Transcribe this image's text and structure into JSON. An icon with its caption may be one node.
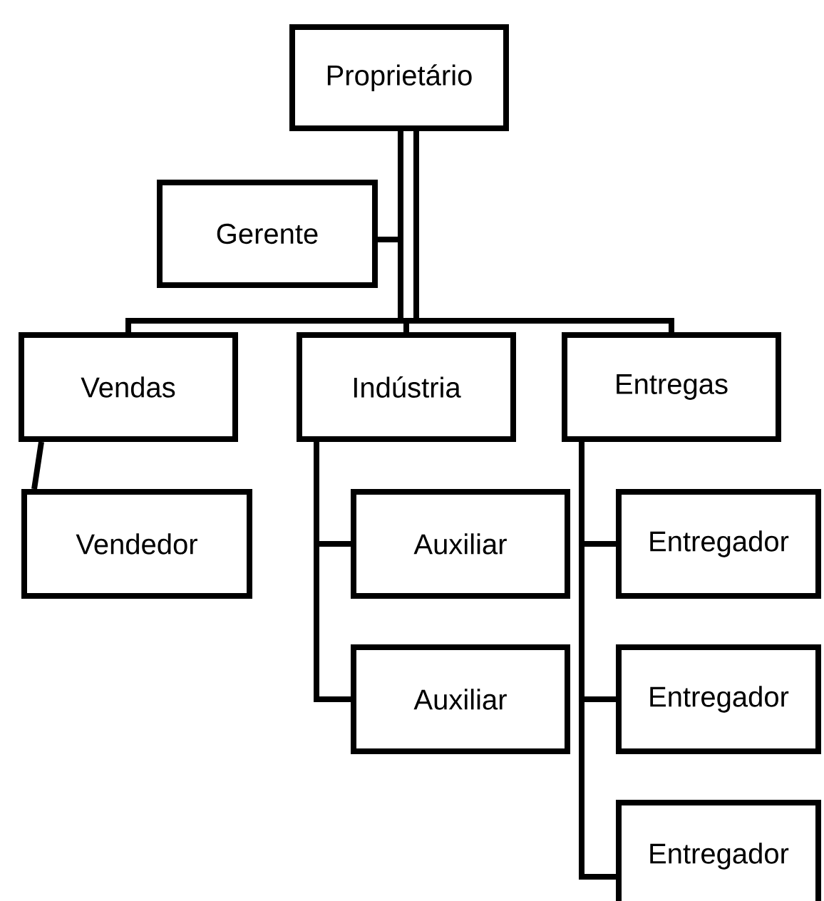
{
  "diagram": {
    "nodes": [
      {
        "text": [
          "Proprietário"
        ]
      },
      {
        "text": [
          "Gerente"
        ]
      },
      {
        "text": [
          "Vendas"
        ]
      },
      {
        "text": [
          "Indústria"
        ]
      },
      {
        "text": [
          "Entregas"
        ]
      },
      {
        "text": [
          "Vendedor"
        ]
      },
      {
        "text": [
          "Auxiliar"
        ]
      },
      {
        "text": [
          "Auxiliar"
        ]
      },
      {
        "text": [
          "Entregador"
        ]
      },
      {
        "text": [
          "Entregador"
        ]
      },
      {
        "text": [
          "Entregador"
        ]
      }
    ],
    "edges": [
      {
        "from": 0,
        "to": 1,
        "arrow": "none"
      },
      {
        "from": 0,
        "to": 2,
        "arrow": "none"
      },
      {
        "from": 0,
        "to": 3,
        "arrow": "none"
      },
      {
        "from": 0,
        "to": 4,
        "arrow": "none"
      },
      {
        "from": 2,
        "to": 5,
        "arrow": "none"
      },
      {
        "from": 3,
        "to": 6,
        "arrow": "none"
      },
      {
        "from": 3,
        "to": 7,
        "arrow": "none"
      },
      {
        "from": 4,
        "to": 8,
        "arrow": "none"
      },
      {
        "from": 4,
        "to": 9,
        "arrow": "none"
      },
      {
        "from": 4,
        "to": 10,
        "arrow": "none"
      }
    ]
  }
}
